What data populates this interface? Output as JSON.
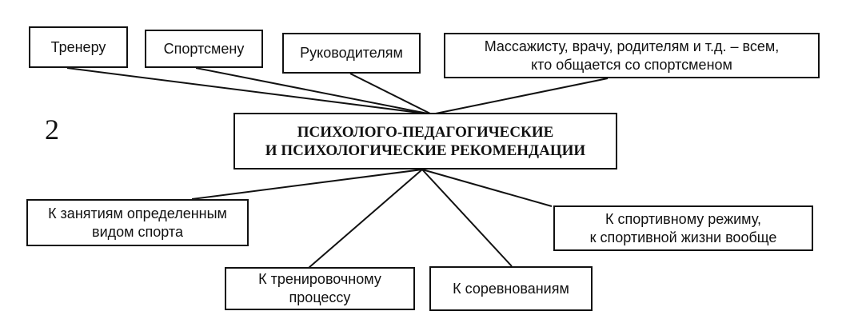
{
  "diagram": {
    "number_label": "2",
    "center": {
      "line1": "ПСИХОЛОГО-ПЕДАГОГИЧЕСКИЕ",
      "line2": "И ПСИХОЛОГИЧЕСКИЕ РЕКОМЕНДАЦИИ"
    },
    "top_recipients": [
      {
        "line1": "Тренеру"
      },
      {
        "line1": "Спортсмену"
      },
      {
        "line1": "Руководителям"
      },
      {
        "line1": "Массажисту, врачу, родителям и т.д. – всем,",
        "line2": "кто общается со спортсменом"
      }
    ],
    "bottom_targets": [
      {
        "line1": "К занятиям определенным",
        "line2": "видом спорта"
      },
      {
        "line1": "К тренировочному",
        "line2": "процессу"
      },
      {
        "line1": "К соревнованиям"
      },
      {
        "line1": "К спортивному режиму,",
        "line2": "к спортивной жизни вообще"
      }
    ]
  }
}
